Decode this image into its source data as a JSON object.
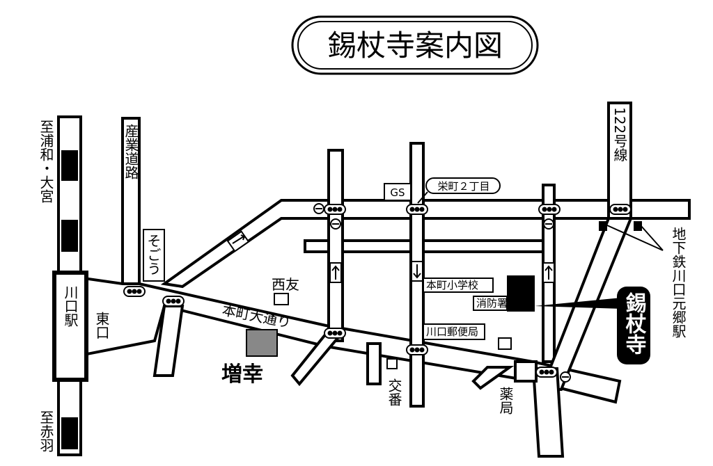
{
  "title": "錫杖寺案内図",
  "rail": {
    "station": "川口駅",
    "exit": "東口",
    "to_north": "至浦和・大宮",
    "to_south": "至赤羽"
  },
  "roads": {
    "sangyo": "産業道路",
    "honcho": "本町大通り",
    "route122": "122号線"
  },
  "places": {
    "sogo": "そごう",
    "seiyu": "西友",
    "zoko": "増幸",
    "koban": "交番",
    "yakkyoku": "薬局",
    "gs": "GS",
    "sakae": "栄町２丁目",
    "school": "本町小学校",
    "fire": "消防署",
    "post": "川口郵便局",
    "subway": "地下鉄川口元郷駅",
    "temple": "錫杖寺"
  },
  "icons": {
    "traffic_signal": "traffic-signal-icon",
    "no_entry": "no-entry-icon",
    "one_way_arrow": "one-way-arrow-icon"
  },
  "colors": {
    "ink": "#000000",
    "paper": "#ffffff",
    "building_fill": "#888888",
    "temple_badge": "#000000"
  }
}
